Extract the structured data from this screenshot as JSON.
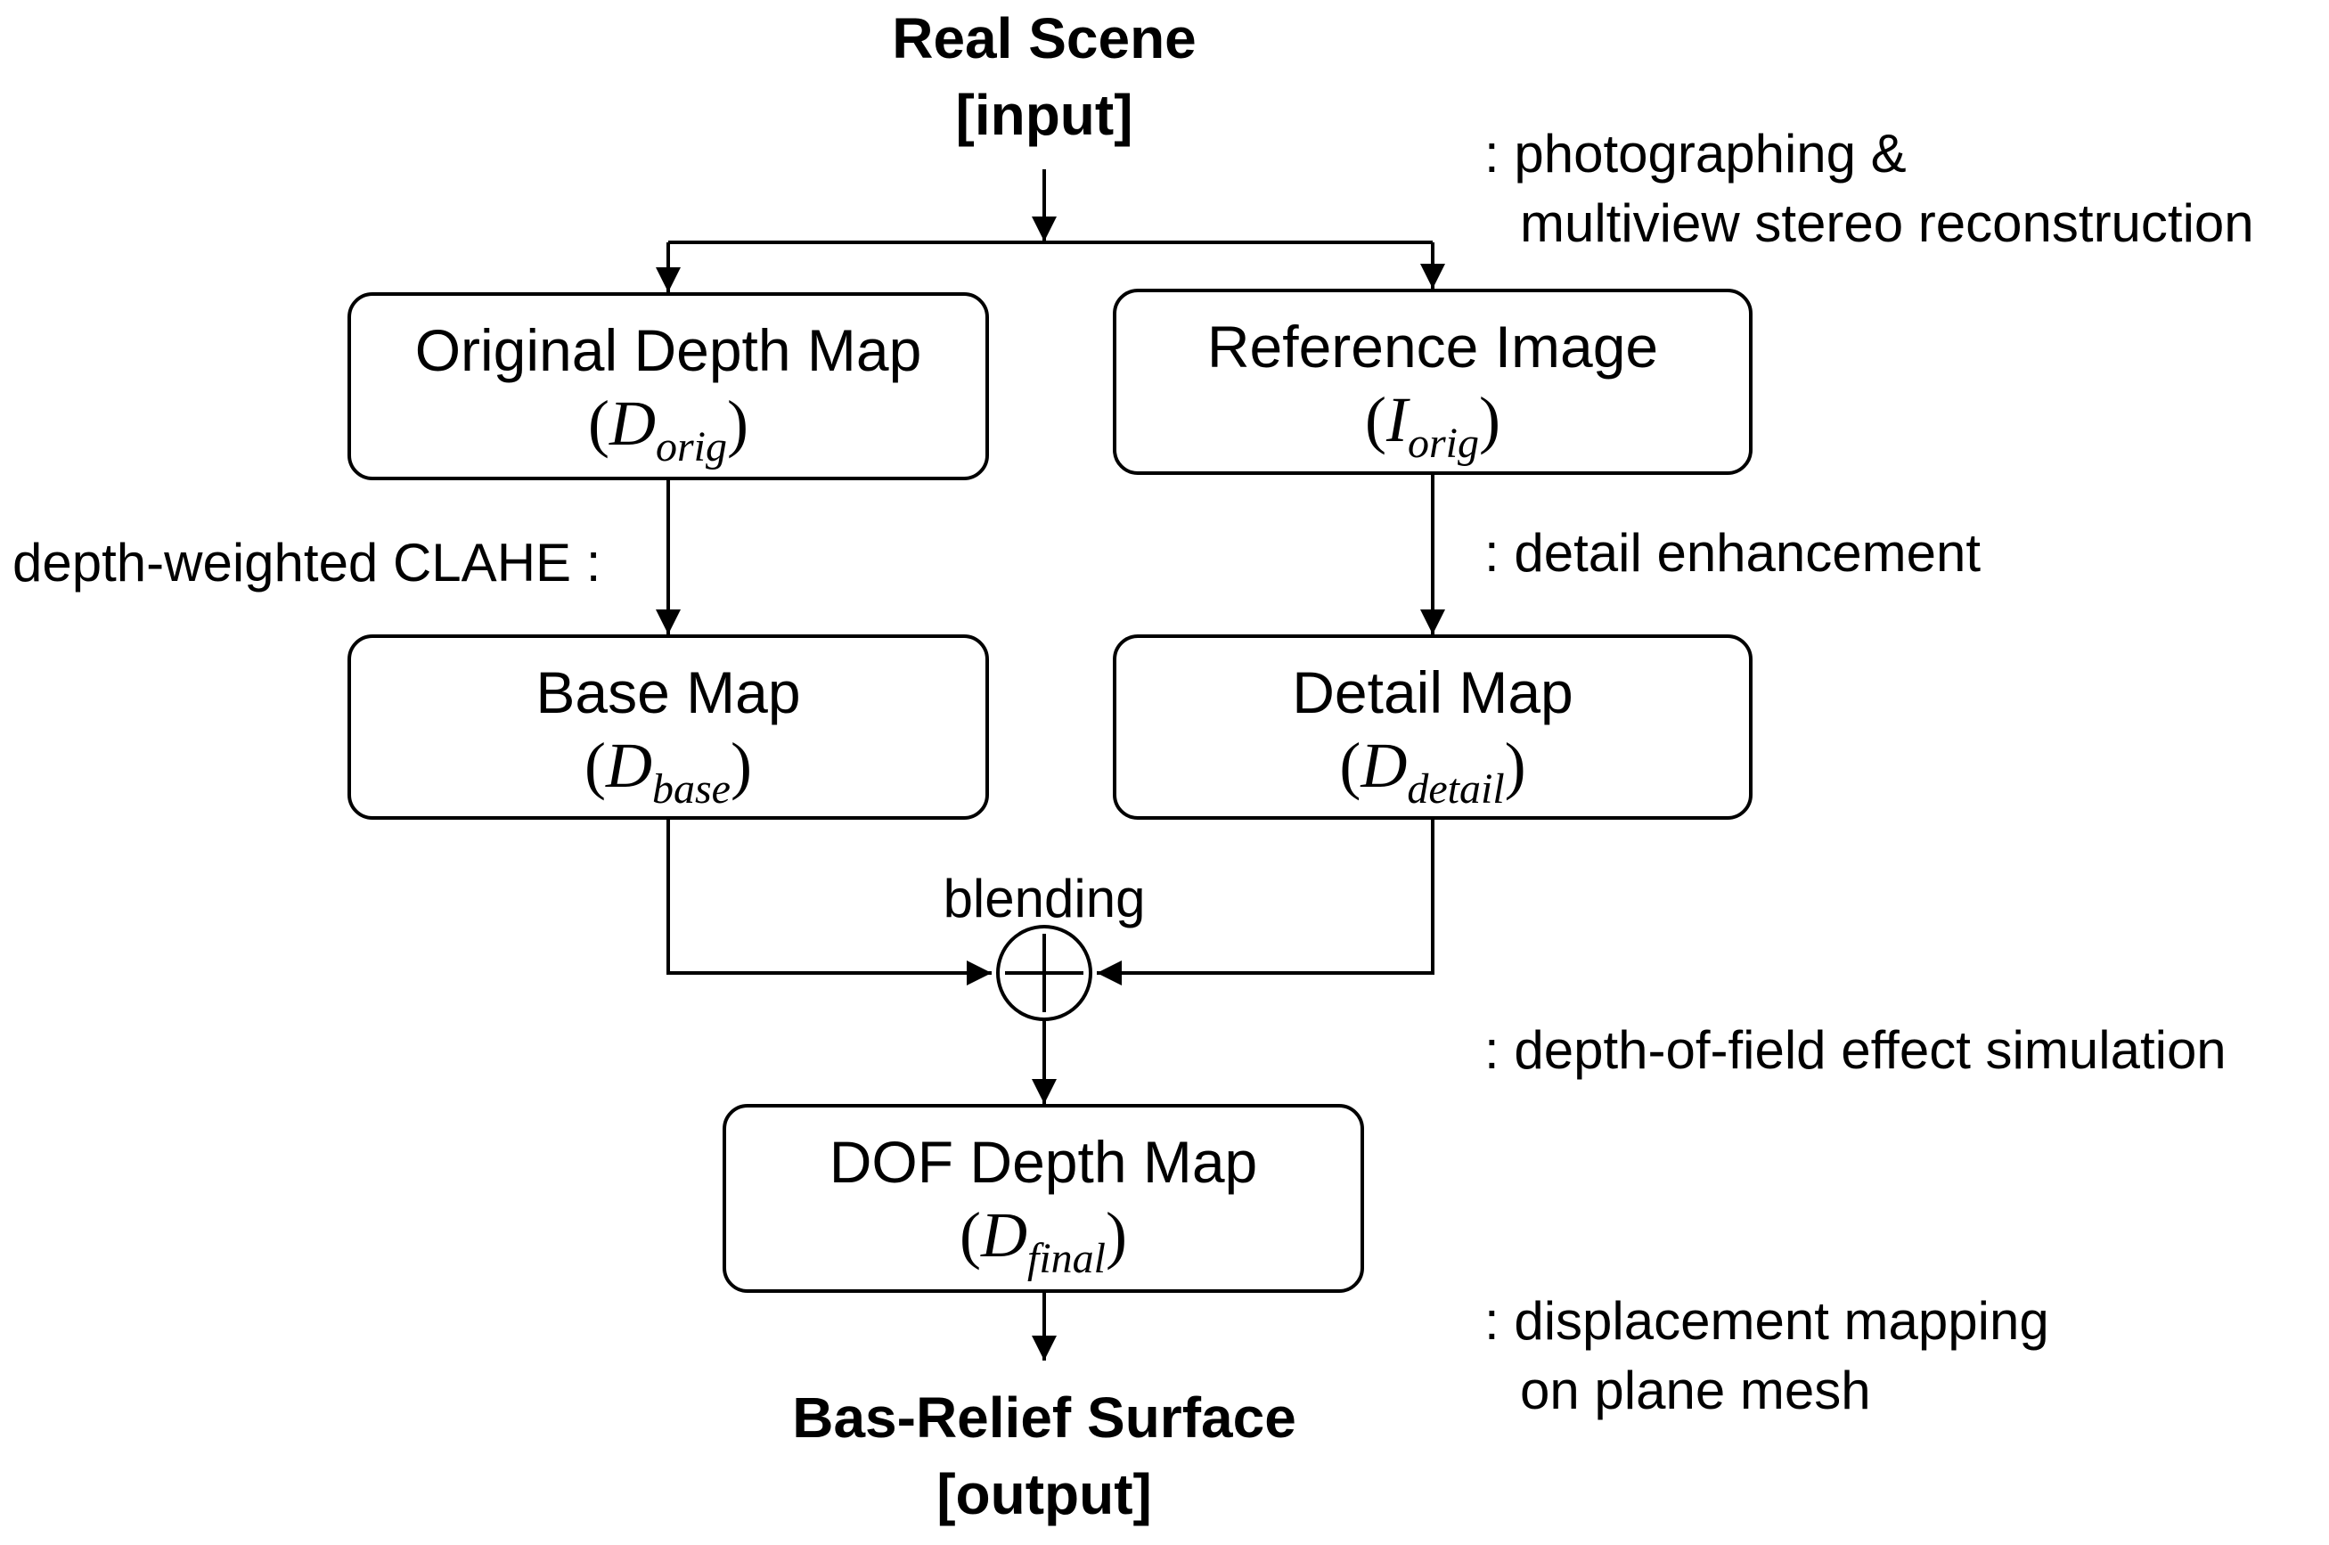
{
  "input": {
    "title": "Real Scene",
    "tag": "[input]"
  },
  "output": {
    "title": "Bas-Relief Surface",
    "tag": "[output]"
  },
  "boxes": {
    "original_depth": {
      "label": "Original Depth Map",
      "sym_main": "D",
      "sym_sub": "orig"
    },
    "reference_image": {
      "label": "Reference Image",
      "sym_main": "I",
      "sym_sub": "orig"
    },
    "base_map": {
      "label": "Base Map",
      "sym_main": "D",
      "sym_sub": "base"
    },
    "detail_map": {
      "label": "Detail Map",
      "sym_main": "D",
      "sym_sub": "detail"
    },
    "dof_depth": {
      "label": "DOF Depth Map",
      "sym_main": "D",
      "sym_sub": "final"
    }
  },
  "annotations": {
    "photographing_line1": ": photographing &",
    "photographing_line2": "multiview stereo reconstruction",
    "clahe": "depth-weighted CLAHE :",
    "detail_enhancement": ": detail enhancement",
    "blending": "blending",
    "dof": ": depth-of-field effect simulation",
    "displacement_line1": ": displacement mapping",
    "displacement_line2": "on plane mesh"
  }
}
